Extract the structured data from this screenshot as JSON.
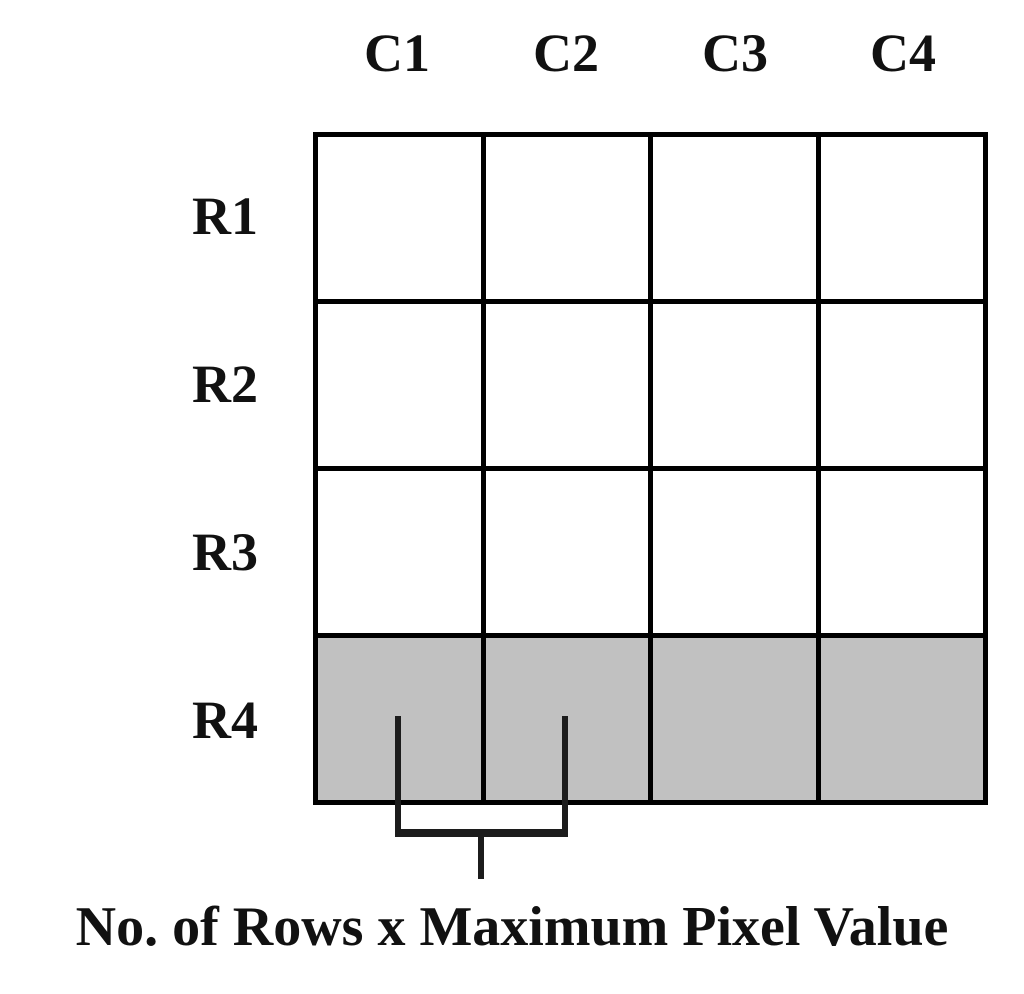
{
  "figure": {
    "column_headers": [
      "C1",
      "C2",
      "C3",
      "C4"
    ],
    "row_labels": [
      "R1",
      "R2",
      "R3",
      "R4"
    ],
    "grid": {
      "rows": 4,
      "columns": 4,
      "shaded_row_label": "R4",
      "shaded_row_index": 3
    },
    "bracket": {
      "spans_cells": "R4C1-R4C2"
    },
    "caption": "No. of Rows x Maximum Pixel Value",
    "colors": {
      "line": "#000000",
      "shaded_cell": "#c1c1c1",
      "background": "#ffffff",
      "text": "#111111"
    }
  }
}
